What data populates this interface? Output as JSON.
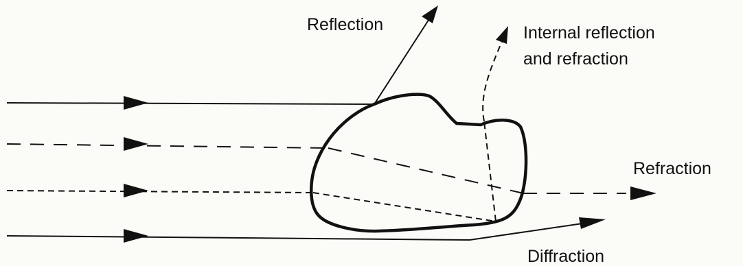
{
  "colors": {
    "background": "#fbfbf7",
    "ink": "#111111"
  },
  "labels": {
    "reflection": "Reflection",
    "internal_line1": "Internal reflection",
    "internal_line2": "and refraction",
    "refraction": "Refraction",
    "diffraction": "Diffraction"
  }
}
